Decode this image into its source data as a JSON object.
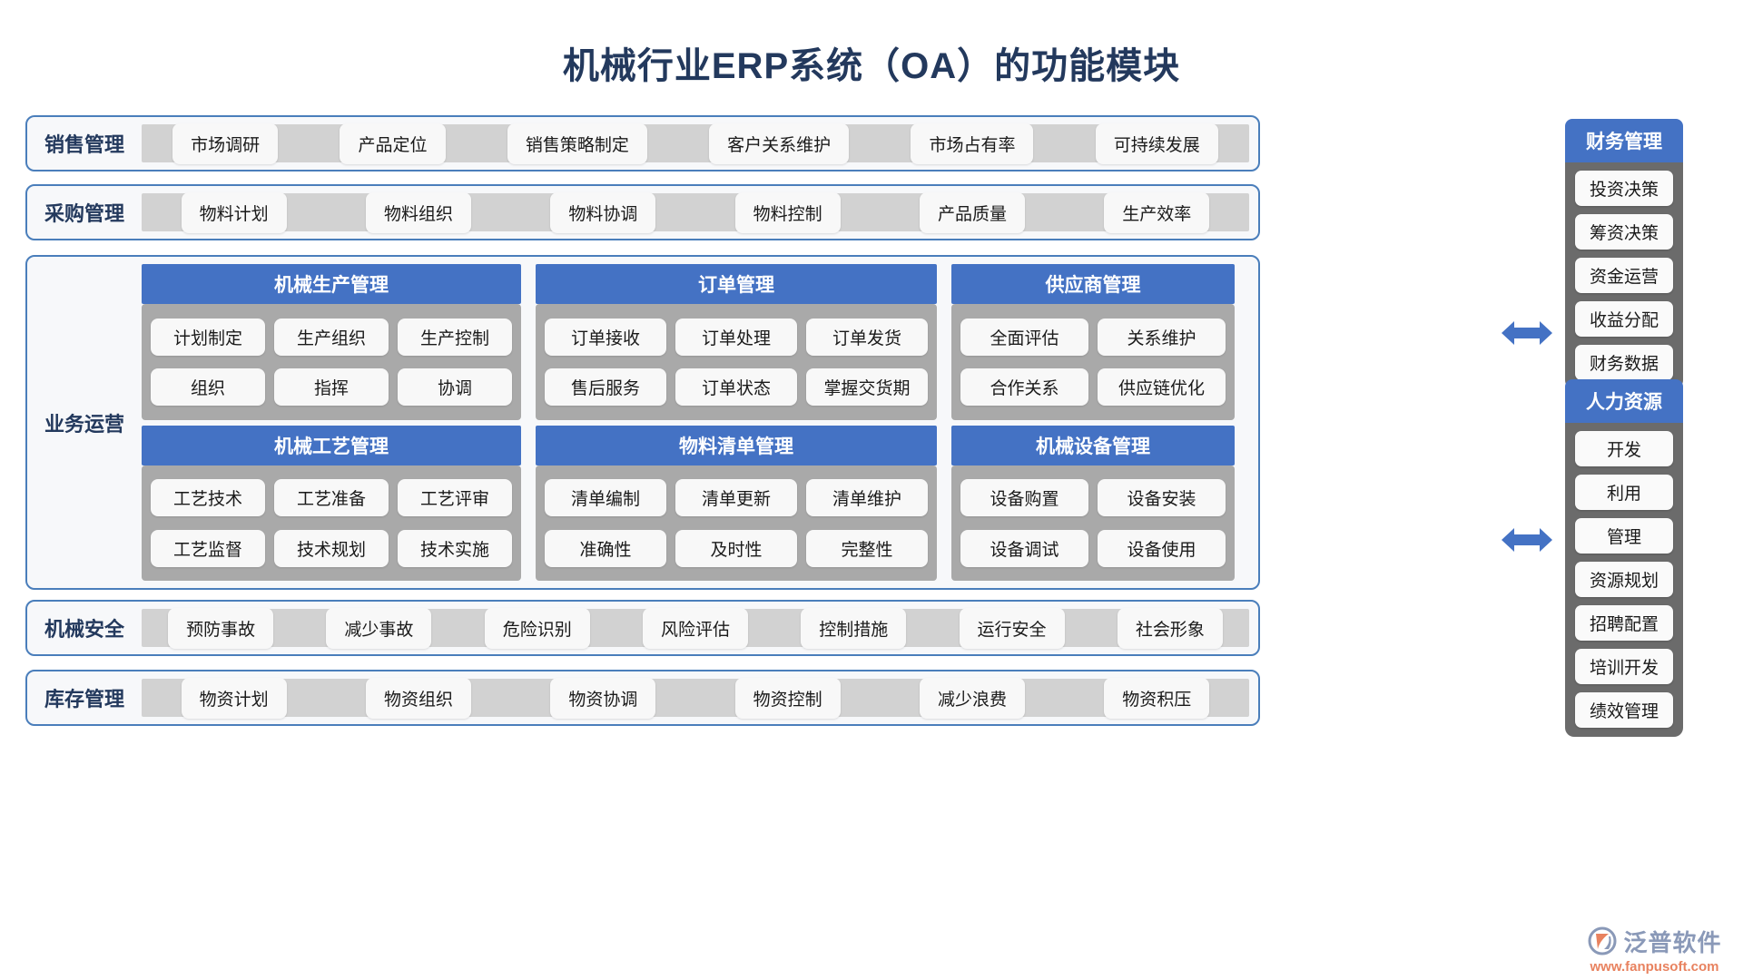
{
  "title": "机械行业ERP系统（OA）的功能模块",
  "colors": {
    "title": "#23395d",
    "accent_blue": "#4472c4",
    "border_blue": "#4a7ebb",
    "band_gray": "#d2d2d2",
    "panel_gray": "#a9a9a9",
    "sidebar_gray": "#6b6b6b",
    "pill_white": "#fafafa",
    "logo_orange": "#e8825f"
  },
  "rows": {
    "sales": {
      "label": "销售管理",
      "items": [
        "市场调研",
        "产品定位",
        "销售策略制定",
        "客户关系维护",
        "市场占有率",
        "可持续发展"
      ]
    },
    "purchase": {
      "label": "采购管理",
      "items": [
        "物料计划",
        "物料组织",
        "物料协调",
        "物料控制",
        "产品质量",
        "生产效率"
      ]
    },
    "safety": {
      "label": "机械安全",
      "items": [
        "预防事故",
        "减少事故",
        "危险识别",
        "风险评估",
        "控制措施",
        "运行安全",
        "社会形象"
      ]
    },
    "inventory": {
      "label": "库存管理",
      "items": [
        "物资计划",
        "物资组织",
        "物资协调",
        "物资控制",
        "减少浪费",
        "物资积压"
      ]
    }
  },
  "operations": {
    "label": "业务运营",
    "panels": [
      {
        "title": "机械生产管理",
        "rows": [
          [
            "计划制定",
            "生产组织",
            "生产控制"
          ],
          [
            "组织",
            "指挥",
            "协调"
          ]
        ]
      },
      {
        "title": "订单管理",
        "rows": [
          [
            "订单接收",
            "订单处理",
            "订单发货"
          ],
          [
            "售后服务",
            "订单状态",
            "掌握交货期"
          ]
        ]
      },
      {
        "title": "供应商管理",
        "rows": [
          [
            "全面评估",
            "关系维护"
          ],
          [
            "合作关系",
            "供应链优化"
          ]
        ]
      },
      {
        "title": "机械工艺管理",
        "rows": [
          [
            "工艺技术",
            "工艺准备",
            "工艺评审"
          ],
          [
            "工艺监督",
            "技术规划",
            "技术实施"
          ]
        ]
      },
      {
        "title": "物料清单管理",
        "rows": [
          [
            "清单编制",
            "清单更新",
            "清单维护"
          ],
          [
            "准确性",
            "及时性",
            "完整性"
          ]
        ]
      },
      {
        "title": "机械设备管理",
        "rows": [
          [
            "设备购置",
            "设备安装"
          ],
          [
            "设备调试",
            "设备使用"
          ]
        ]
      }
    ]
  },
  "sidebars": [
    {
      "title": "财务管理",
      "items": [
        "投资决策",
        "筹资决策",
        "资金运营",
        "收益分配",
        "财务数据"
      ]
    },
    {
      "title": "人力资源",
      "items": [
        "开发",
        "利用",
        "管理",
        "资源规划",
        "招聘配置",
        "培训开发",
        "绩效管理"
      ]
    }
  ],
  "logo": {
    "name": "泛普软件",
    "url": "www.fanpusoft.com"
  }
}
